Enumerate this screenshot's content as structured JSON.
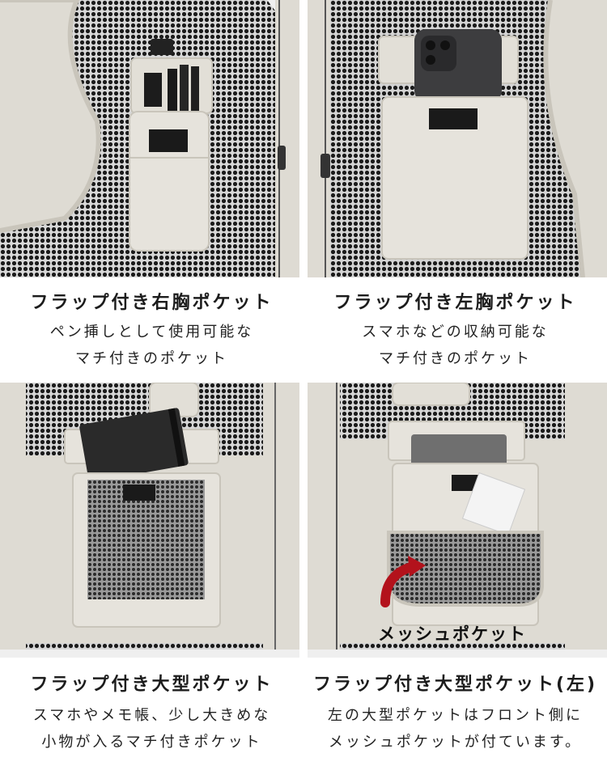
{
  "sections": [
    {
      "title": "フラップ付き右胸ポケット",
      "lines": [
        "ペン挿しとして使用可能な",
        "マチ付きのポケット"
      ]
    },
    {
      "title": "フラップ付き左胸ポケット",
      "lines": [
        "スマホなどの収納可能な",
        "マチ付きのポケット"
      ]
    },
    {
      "title": "フラップ付き大型ポケット",
      "lines": [
        "スマホやメモ帳、少し大きめな",
        "小物が入るマチ付きポケット"
      ]
    },
    {
      "title": "フラップ付き大型ポケット(左)",
      "lines": [
        "左の大型ポケットはフロント側に",
        "メッシュポケットが付ています。"
      ]
    }
  ],
  "callout": "メッシュポケット",
  "colors": {
    "mesh": "#2b2b2b",
    "fabric": "#dedbd3",
    "fabric_shadow": "#c9c5bb",
    "arrow": "#b3121c",
    "text": "#1c1c1c"
  }
}
